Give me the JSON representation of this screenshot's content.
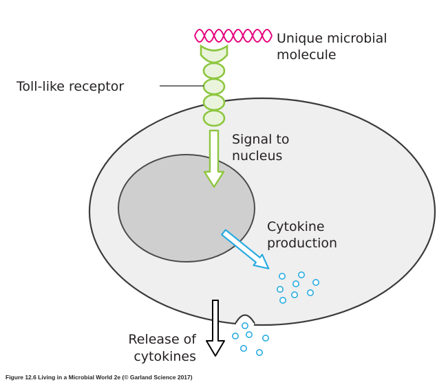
{
  "labels": {
    "molecule_line1": "Unique microbial",
    "molecule_line2": "molecule",
    "receptor": "Toll-like receptor",
    "signal_line1": "Signal to",
    "signal_line2": "nucleus",
    "cytokine_line1": "Cytokine",
    "cytokine_line2": "production",
    "release_line1": "Release of",
    "release_line2": "cytokines"
  },
  "caption": "Figure 12.6  Living in a Microbial World 2e (© Garland Science 2017)",
  "colors": {
    "molecule": "#e5007e",
    "receptor": "#8dc63f",
    "signal_arrow": "#8dc63f",
    "cytokine_arrow": "#29abe2",
    "cytokine_dots": "#29abe2",
    "cell_fill": "#efefef",
    "cell_stroke": "#3a3a3a",
    "nucleus_fill": "#cfcfcf",
    "nucleus_stroke": "#4a4a4a",
    "release_arrow": "#000000"
  },
  "icons": {
    "molecule": "dna-helix-icon",
    "receptor": "receptor-chain-icon",
    "signal": "arrow-down-icon",
    "production": "arrow-diagonal-icon",
    "release": "arrow-down-outline-icon"
  }
}
